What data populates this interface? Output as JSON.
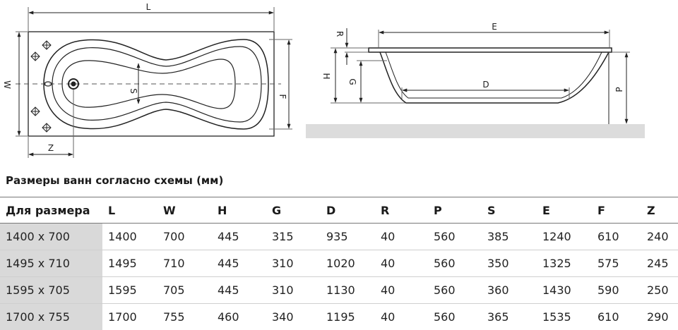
{
  "diagram": {
    "top_view_labels": {
      "L": "L",
      "W": "W",
      "S": "S",
      "F": "F",
      "Z": "Z"
    },
    "side_view_labels": {
      "R": "R",
      "E": "E",
      "H": "H",
      "G": "G",
      "D": "D",
      "P": "P"
    }
  },
  "heading": "Размеры ванн согласно схемы (мм)",
  "table": {
    "columns": [
      "Для размера",
      "L",
      "W",
      "H",
      "G",
      "D",
      "R",
      "P",
      "S",
      "E",
      "F",
      "Z"
    ],
    "rows": [
      [
        "1400 x 700",
        "1400",
        "700",
        "445",
        "315",
        "935",
        "40",
        "560",
        "385",
        "1240",
        "610",
        "240"
      ],
      [
        "1495 x 710",
        "1495",
        "710",
        "445",
        "310",
        "1020",
        "40",
        "560",
        "350",
        "1325",
        "575",
        "245"
      ],
      [
        "1595 x 705",
        "1595",
        "705",
        "445",
        "310",
        "1130",
        "40",
        "560",
        "360",
        "1430",
        "590",
        "250"
      ],
      [
        "1700 x 755",
        "1700",
        "755",
        "460",
        "340",
        "1195",
        "40",
        "560",
        "365",
        "1535",
        "610",
        "290"
      ]
    ]
  }
}
